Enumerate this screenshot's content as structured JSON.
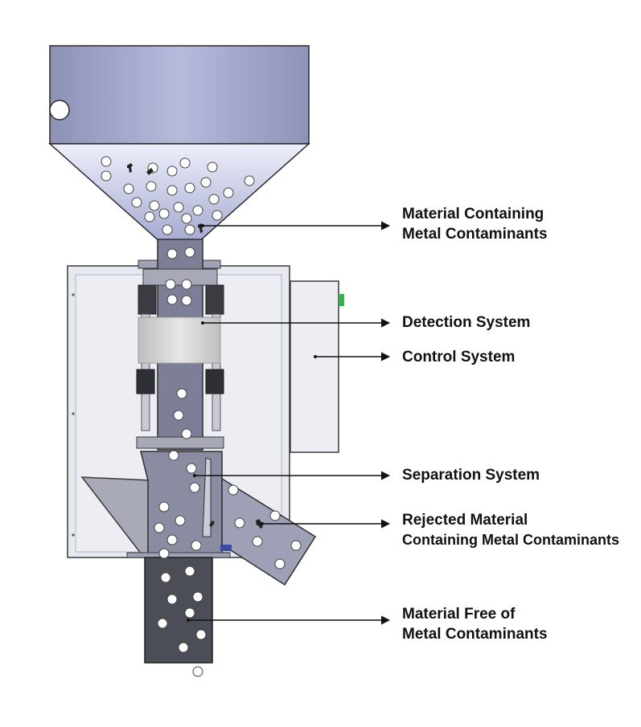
{
  "diagram": {
    "labels": {
      "material_containing": {
        "line1": "Material Containing",
        "line2": "Metal Contaminants"
      },
      "detection": "Detection System",
      "control": "Control System",
      "separation": "Separation System",
      "rejected": {
        "line1": "Rejected Material",
        "line2": "Containing Metal Contaminants"
      },
      "free": {
        "line1": "Material Free of",
        "line2": "Metal Contaminants"
      }
    },
    "colors": {
      "hopper": "#9aa0c8",
      "housing": "#e6e8ef",
      "pipe": "#7d8096",
      "sensor": "#cfcfcf",
      "outlet": "#4b4d57",
      "indicator": "#2fb34a",
      "arrow": "#111111"
    }
  }
}
